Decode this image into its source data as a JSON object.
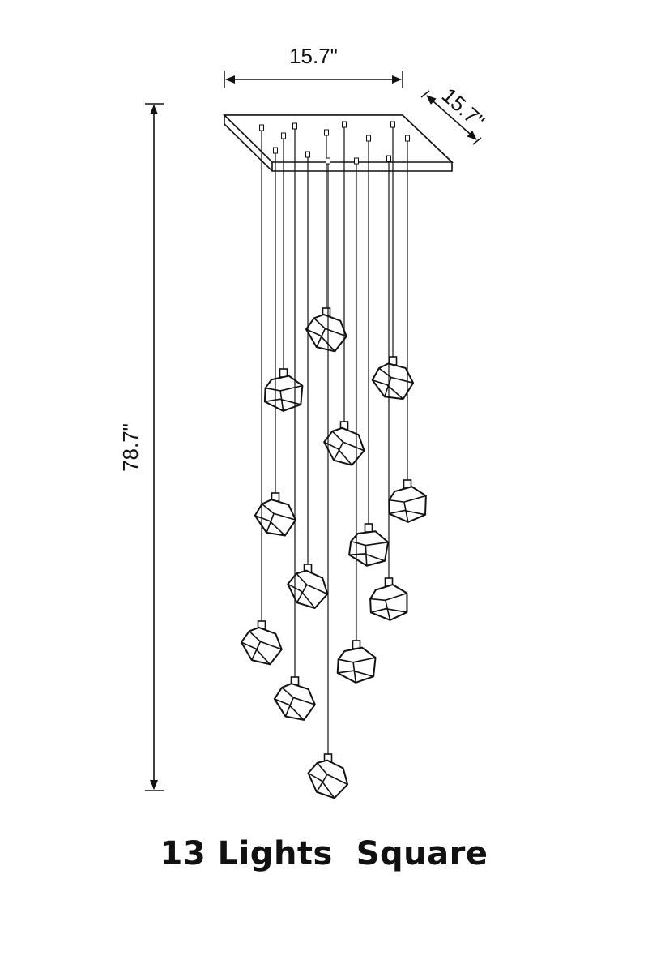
{
  "dimensions": {
    "width": "15.7\"",
    "depth": "15.7\"",
    "height": "78.7\""
  },
  "caption": "13 Lights  Square",
  "colors": {
    "line": "#111111",
    "background": "#ffffff"
  },
  "pendant_count": 13
}
